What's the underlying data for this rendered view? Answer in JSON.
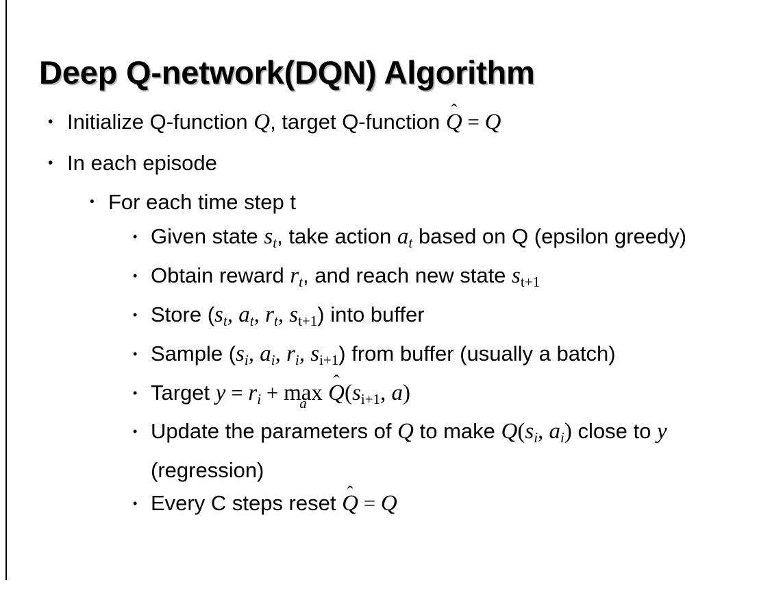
{
  "slide": {
    "title": "Deep Q-network(DQN) Algorithm",
    "bullet_marker": "•",
    "background_color": "#ffffff",
    "text_color": "#000000",
    "accent_rule_color": "#000000"
  },
  "content": {
    "l1_initialize": {
      "pre": "Initialize Q-function ",
      "var_q1": "Q",
      "mid": ", target Q-function ",
      "hat_q": "Q",
      "hat_mark": "̂",
      "equals": " = ",
      "var_q2": "Q"
    },
    "l1_in_each_episode": "In each episode",
    "l2_for_each_time_step": "For each time step t",
    "l3_given_state": {
      "pre": "Given state ",
      "s": "s",
      "s_sub": "t",
      "mid": ", take action ",
      "a": "a",
      "a_sub": "t",
      "post": " based on Q (epsilon greedy)"
    },
    "l3_obtain_reward": {
      "pre": "Obtain reward ",
      "r": "r",
      "r_sub": "t",
      "mid": ", and reach new state ",
      "s": "s",
      "s_sub": "t+1"
    },
    "l3_store": {
      "pre": "Store (",
      "s": "s",
      "s_sub": "t",
      "c1": ", ",
      "a": "a",
      "a_sub": "t",
      "c2": ", ",
      "r": "r",
      "r_sub": "t",
      "c3": ", ",
      "s2": "s",
      "s2_sub": "t+1",
      "post": ") into buffer"
    },
    "l3_sample": {
      "pre": "Sample (",
      "s": "s",
      "s_sub": "i",
      "c1": ", ",
      "a": "a",
      "a_sub": "i",
      "c2": ", ",
      "r": "r",
      "r_sub": "i",
      "c3": ", ",
      "s2": "s",
      "s2_sub": "i+1",
      "post": ") from buffer (usually a batch)"
    },
    "l3_target": {
      "pre": "Target ",
      "y": "y",
      "equals": " = ",
      "r": "r",
      "r_sub": "i",
      "plus": " + ",
      "max_op": "max",
      "max_sub": "a",
      "hat_q": "Q",
      "hat_mark": "̂",
      "paren_open": "(",
      "s": "s",
      "s_sub": "i+1",
      "comma": ", ",
      "a": "a",
      "paren_close": ")"
    },
    "l3_update": {
      "pre": "Update the parameters of ",
      "q1": "Q",
      "mid": " to make ",
      "q2": "Q",
      "paren_open": "(",
      "s": "s",
      "s_sub": "i",
      "comma": ", ",
      "a": "a",
      "a_sub": "i",
      "paren_close": ")",
      "post": " close to ",
      "y": "y",
      "tail": " (regression)"
    },
    "l3_every_c_steps": {
      "pre": "Every C steps reset ",
      "hat_q": "Q",
      "hat_mark": "̂",
      "equals": " = ",
      "q": "Q"
    }
  }
}
